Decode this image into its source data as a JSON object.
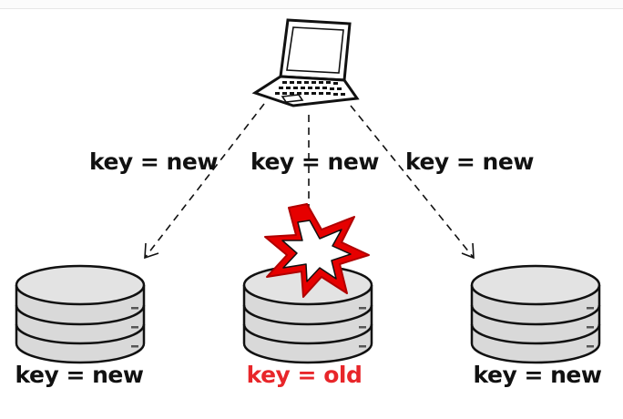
{
  "requests": [
    {
      "label": "key = new"
    },
    {
      "label": "key = new"
    },
    {
      "label": "key = new"
    }
  ],
  "replicas": [
    {
      "label": "key = new",
      "failed": false
    },
    {
      "label": "key = old",
      "failed": true
    },
    {
      "label": "key = new",
      "failed": false
    }
  ],
  "colors": {
    "ink": "#111111",
    "disk": "#d9d9d9",
    "failure": "#e60000",
    "stale_text": "#e8262a"
  },
  "icons": [
    "laptop-icon",
    "database-icon",
    "failure-burst-icon"
  ]
}
